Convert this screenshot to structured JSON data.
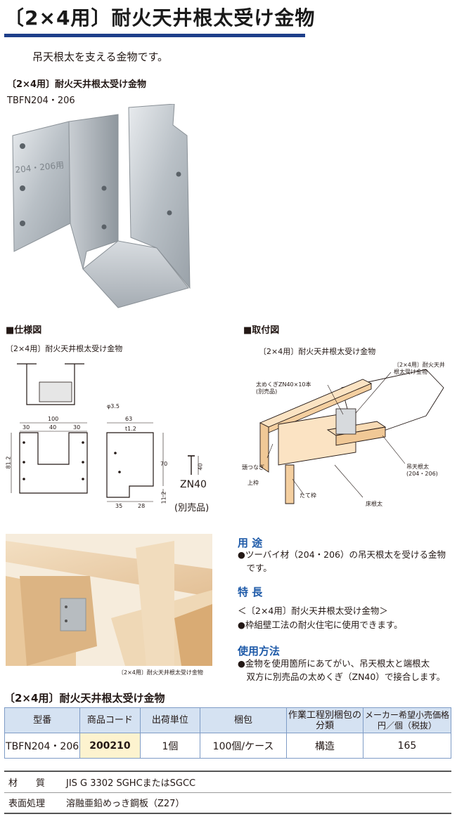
{
  "header": {
    "title": "〔2×4用〕耐火天井根太受け金物",
    "lead": "吊天根太を支える金物です。"
  },
  "product": {
    "name": "〔2×4用〕耐火天井根太受け金物",
    "code": "TBFN204・206"
  },
  "spec_drawing": {
    "section_label": "■仕様図",
    "caption": "〔2×4用〕耐火天井根太受け金物",
    "dims": {
      "width_total": "100",
      "w30a": "30",
      "w40": "40",
      "w30b": "30",
      "height": "81.2",
      "hole": "φ3.5",
      "side_w": "63",
      "thick": "t1.2",
      "side_h": "70",
      "bottom_h": "11.2",
      "b35": "35",
      "b28": "28",
      "nail_len": "40"
    },
    "nail_name": "ZN40",
    "nail_note": "(別売品)"
  },
  "install_drawing": {
    "section_label": "■取付図",
    "caption": "〔2×4用〕耐火天井根太受け金物",
    "callouts": {
      "hardware": "〔2×4用〕耐火天井\n根太受け金物",
      "nails": "太めくぎZN40×10本\n(別売品)",
      "head_tie": "頭つなぎ",
      "top_plate": "上枠",
      "stud": "たて枠",
      "floor_joist": "床根太",
      "ceiling_joist": "吊天根太\n(204・206)"
    }
  },
  "photo": {
    "caption": "〔2×4用〕耐火天井根太受け金物"
  },
  "usage": {
    "heading": "用 途",
    "text": "●ツーバイ材（204・206）の吊天根太を受ける金物\n　です。"
  },
  "features": {
    "heading": "特 長",
    "sub": "＜〔2×4用〕耐火天井根太受け金物＞",
    "text": "●枠組壁工法の耐火住宅に使用できます。"
  },
  "method": {
    "heading": "使用方法",
    "text": "●金物を使用箇所にあてがい、吊天根太と端根太\n　双方に別売品の太めくぎ（ZN40）で接合します。"
  },
  "table": {
    "title": "〔2×4用〕耐火天井根太受け金物",
    "headers": [
      "型番",
      "商品コード",
      "出荷単位",
      "梱包",
      "作業工程別梱包の\n分類",
      "メーカー希望小売価格\n円／個（税抜）"
    ],
    "row": [
      "TBFN204・206",
      "200210",
      "1個",
      "100個/ケース",
      "構造",
      "165"
    ]
  },
  "materials": [
    {
      "key": "材　　質",
      "value": "JIS G 3302 SGHCまたはSGCC"
    },
    {
      "key": "表面処理",
      "value": "溶融亜鉛めっき鋼板（Z27）"
    }
  ],
  "colors": {
    "accent": "#1e3f8a",
    "heading_blue": "#1e5aa8",
    "table_header": "#d5e2f2",
    "code_highlight": "#fdf3cf"
  }
}
